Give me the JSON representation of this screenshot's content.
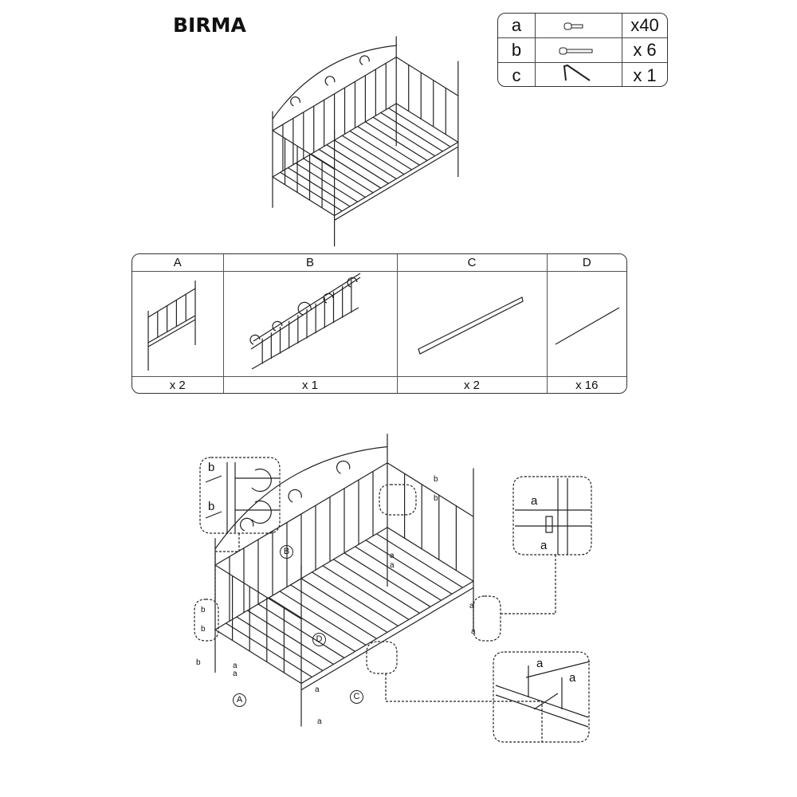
{
  "title": "BIRMA",
  "hardware": [
    {
      "letter": "a",
      "icon": "short-bolt-icon",
      "qty": "x40"
    },
    {
      "letter": "b",
      "icon": "long-bolt-icon",
      "qty": "x 6"
    },
    {
      "letter": "c",
      "icon": "allen-key-icon",
      "qty": "x 1"
    }
  ],
  "parts": [
    {
      "letter": "A",
      "qty": "x 2"
    },
    {
      "letter": "B",
      "qty": "x 1"
    },
    {
      "letter": "C",
      "qty": "x 2"
    },
    {
      "letter": "D",
      "qty": "x 16"
    }
  ],
  "assembly": {
    "detail_top_left": [
      "b",
      "b"
    ],
    "detail_right": [
      "a",
      "a"
    ],
    "detail_bottom_right": [
      "a",
      "a"
    ],
    "bolt_labels_b": [
      "b",
      "b",
      "b",
      "b",
      "b"
    ],
    "bolt_labels_a": [
      "a",
      "a",
      "a",
      "a",
      "a",
      "a",
      "a",
      "a"
    ],
    "part_callouts": [
      "B",
      "D",
      "A",
      "C"
    ]
  }
}
